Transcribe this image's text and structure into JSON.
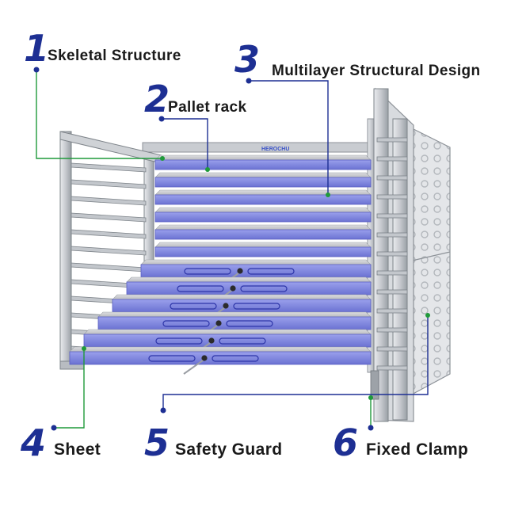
{
  "brand": {
    "logo_text": "HEROCHU"
  },
  "colors": {
    "number": "#1d2f93",
    "leader_line": "#1f9a3a",
    "leader_dot": "#1d2f93",
    "tray": "#7f86de",
    "tray_edge": "#5a60c4",
    "frame": "#cfd2d6",
    "frame_dark": "#8d9298"
  },
  "callouts": [
    {
      "id": "skeletal-structure",
      "number": "1",
      "label": "Skeletal Structure"
    },
    {
      "id": "pallet-rack",
      "number": "2",
      "label": "Pallet rack"
    },
    {
      "id": "multilayer-structural-design",
      "number": "3",
      "label": "Multilayer Structural Design"
    },
    {
      "id": "sheet",
      "number": "4",
      "label": "Sheet"
    },
    {
      "id": "safety-guard",
      "number": "5",
      "label": "Safety Guard"
    },
    {
      "id": "fixed-clamp",
      "number": "6",
      "label": "Fixed Clamp"
    }
  ]
}
